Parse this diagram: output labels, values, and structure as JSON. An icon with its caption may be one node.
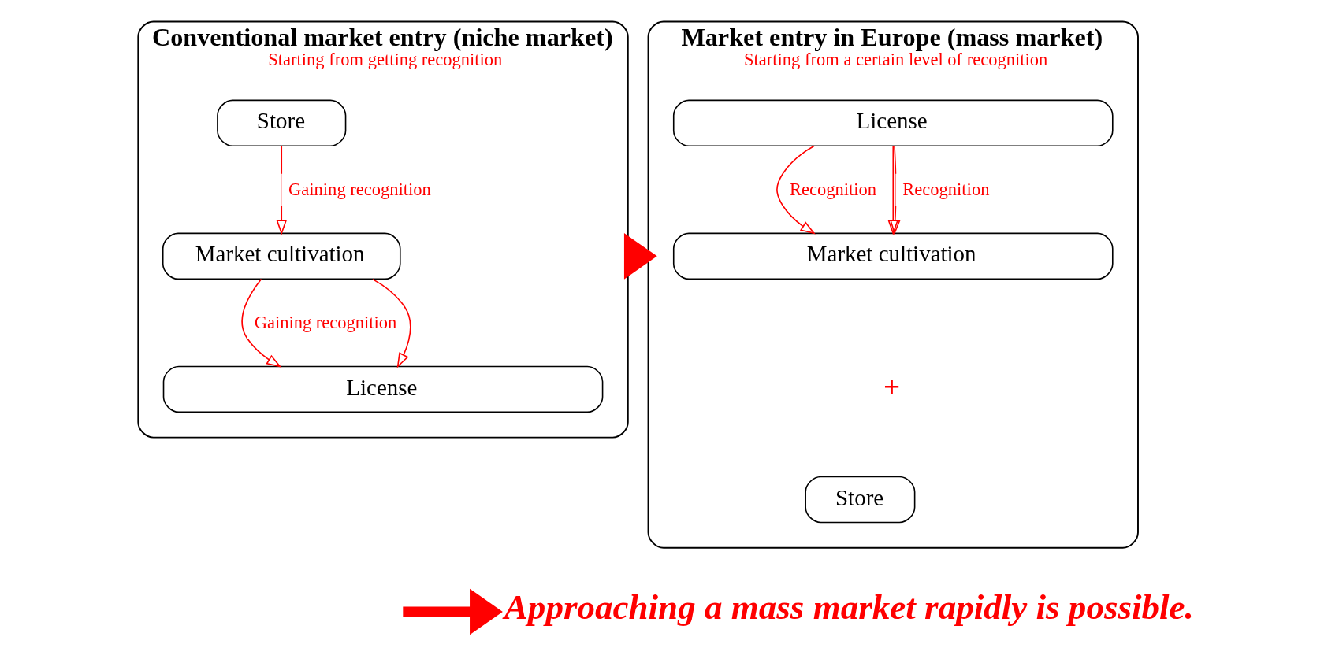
{
  "diagram": {
    "nodes": [
      {
        "text": [
          "Conventional market entry (niche market)",
          "Starting from getting recognition"
        ]
      },
      {
        "text": [
          "Store"
        ],
        "in": 0
      },
      {
        "text": [
          "Market cultivation"
        ],
        "in": 0
      },
      {
        "text": [
          "License"
        ],
        "in": 0
      },
      {
        "text": [
          "Market entry in Europe (mass market)",
          "Starting from a certain level of recognition"
        ]
      },
      {
        "text": [
          "License"
        ],
        "in": 4
      },
      {
        "text": [
          "Market cultivation"
        ],
        "in": 4
      },
      {
        "text": [
          "Store"
        ],
        "in": 4
      },
      {
        "text": [
          "Approaching a mass market rapidly is possible."
        ]
      }
    ],
    "edges": [
      {
        "from": 1,
        "to": 2,
        "arrow": "to",
        "label": "Gaining recognition",
        "color": "#ff0000"
      },
      {
        "from": 2,
        "to": 3,
        "arrow": "to",
        "label": "Gaining recognition",
        "color": "#ff0000"
      },
      {
        "from": 2,
        "to": 3,
        "arrow": "to",
        "color": "#ff0000"
      },
      {
        "from": 5,
        "to": 6,
        "arrow": "to",
        "label": "Recognition",
        "color": "#ff0000"
      },
      {
        "from": 5,
        "to": 6,
        "arrow": "to",
        "color": "#ff0000"
      },
      {
        "from": 5,
        "to": 6,
        "arrow": "to",
        "label": "Recognition",
        "color": "#ff0000"
      },
      {
        "from": 0,
        "to": 4,
        "arrow": "to",
        "style": "thick",
        "color": "#ff0000"
      },
      {
        "from": null,
        "to": 8,
        "arrow": "to",
        "style": "thick",
        "color": "#ff0000"
      }
    ],
    "labels": [
      "+"
    ]
  }
}
